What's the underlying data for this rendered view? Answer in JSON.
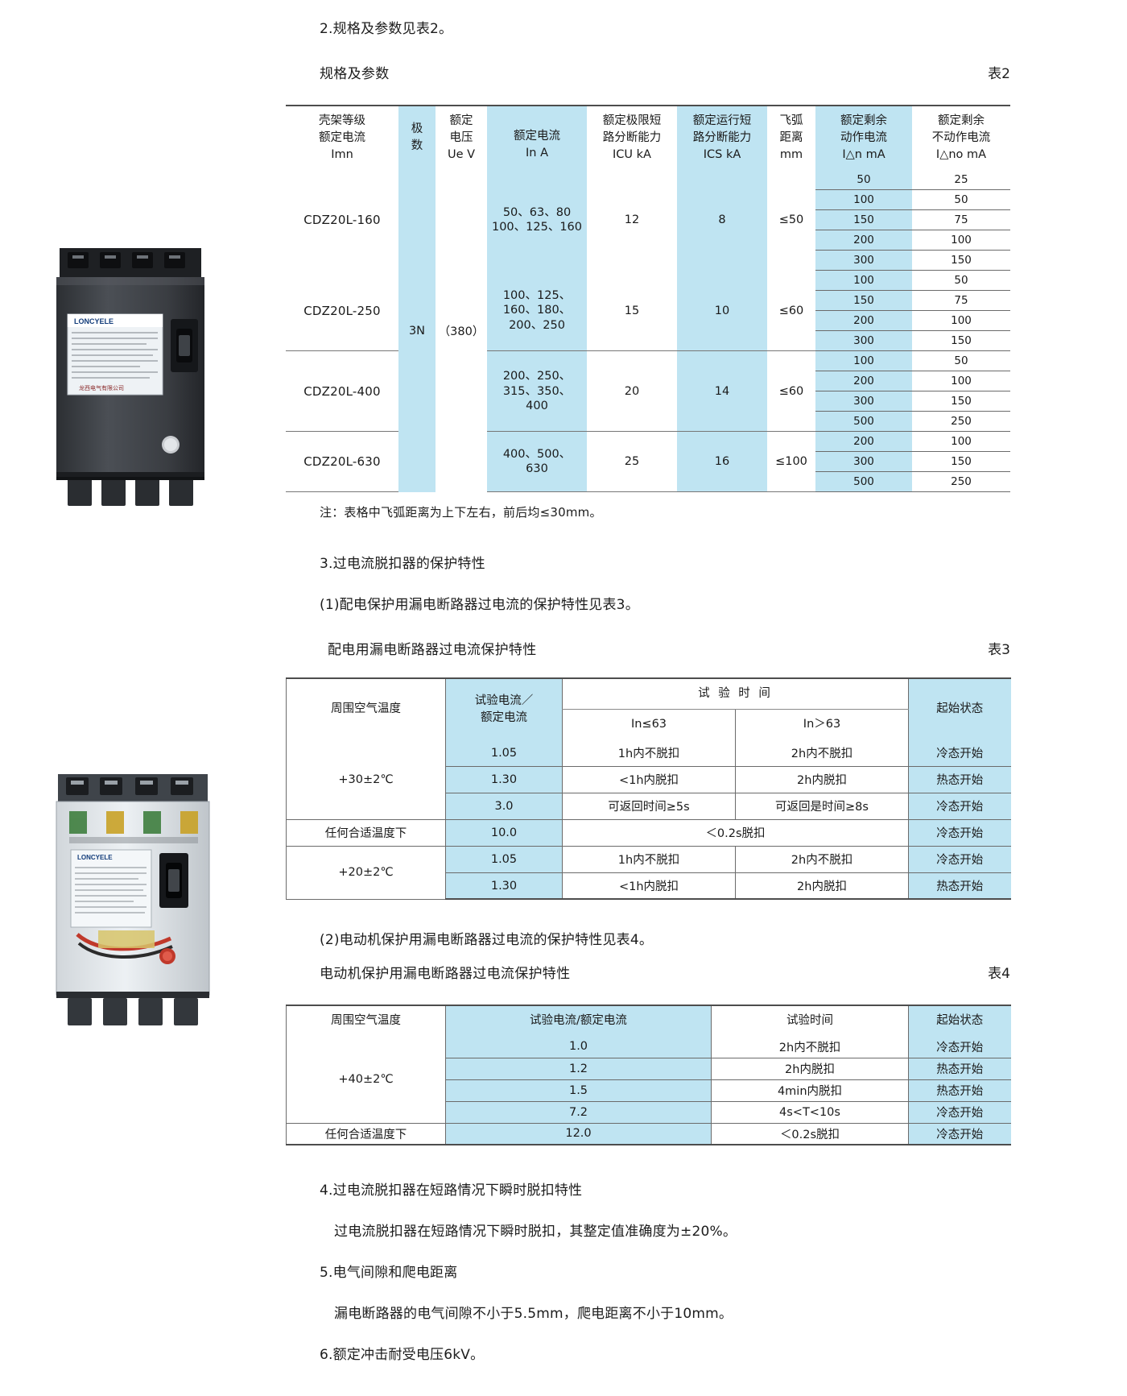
{
  "intro": {
    "line1": "2.规格及参数见表2。",
    "caption": "规格及参数",
    "table_num": "表2"
  },
  "table2": {
    "headers": [
      "壳架等级\n额定电流\nImn",
      "极\n数",
      "额定\n电压\nUe V",
      "额定电流\nIn  A",
      "额定极限短\n路分断能力\nICU  kA",
      "额定运行短\n路分断能力\nICS  kA",
      "飞弧\n距离\nmm",
      "额定剩余\n动作电流\nI△n mA",
      "额定剩余\n不动作电流\nI△no  mA"
    ],
    "header_lines": [
      [
        "壳架等级",
        "额定电流",
        "Imn"
      ],
      [
        "极",
        "数"
      ],
      [
        "额定",
        "电压",
        "Ue V"
      ],
      [
        "额定电流",
        "In  A"
      ],
      [
        "额定极限短",
        "路分断能力",
        "ICU  kA"
      ],
      [
        "额定运行短",
        "路分断能力",
        "ICS  kA"
      ],
      [
        "飞弧",
        "距离",
        "mm"
      ],
      [
        "额定剩余",
        "动作电流",
        "I△n mA"
      ],
      [
        "额定剩余",
        "不动作电流",
        "I△no  mA"
      ]
    ],
    "poles": "3N",
    "voltage": "（380）",
    "rows": [
      {
        "model": "CDZ20L-160",
        "rated_current": [
          "50、63、80",
          "100、125、160"
        ],
        "icu": "12",
        "ics": "8",
        "arc": "≤50",
        "residual": [
          {
            "in": "50",
            "ino": "25"
          },
          {
            "in": "100",
            "ino": "50"
          },
          {
            "in": "150",
            "ino": "75"
          },
          {
            "in": "200",
            "ino": "100"
          },
          {
            "in": "300",
            "ino": "150"
          }
        ]
      },
      {
        "model": "CDZ20L-250",
        "rated_current": [
          "100、125、",
          "160、180、",
          "200、250"
        ],
        "icu": "15",
        "ics": "10",
        "arc": "≤60",
        "residual": [
          {
            "in": "100",
            "ino": "50"
          },
          {
            "in": "150",
            "ino": "75"
          },
          {
            "in": "200",
            "ino": "100"
          },
          {
            "in": "300",
            "ino": "150"
          }
        ]
      },
      {
        "model": "CDZ20L-400",
        "rated_current": [
          "200、250、",
          "315、350、",
          "400"
        ],
        "icu": "20",
        "ics": "14",
        "arc": "≤60",
        "residual": [
          {
            "in": "100",
            "ino": "50"
          },
          {
            "in": "200",
            "ino": "100"
          },
          {
            "in": "300",
            "ino": "150"
          },
          {
            "in": "500",
            "ino": "250"
          }
        ]
      },
      {
        "model": "CDZ20L-630",
        "rated_current": [
          "400、500、",
          "630"
        ],
        "icu": "25",
        "ics": "16",
        "arc": "≤100",
        "residual": [
          {
            "in": "200",
            "ino": "100"
          },
          {
            "in": "300",
            "ino": "150"
          },
          {
            "in": "500",
            "ino": "250"
          }
        ]
      }
    ],
    "note": "注：表格中飞弧距离为上下左右，前后均≤30mm。"
  },
  "section3": {
    "line1": "3.过电流脱扣器的保护特性",
    "line2": "(1)配电保护用漏电断路器过电流的保护特性见表3。",
    "caption": "配电用漏电断路器过电流保护特性",
    "table_num": "表3"
  },
  "table3": {
    "headers": {
      "temp": "周围空气温度",
      "ratio": [
        "试验电流／",
        "额定电流"
      ],
      "time_group": "试 验 时 间",
      "time_le": "In≤63",
      "time_gt": "In＞63",
      "start": "起始状态"
    },
    "rows": [
      {
        "temp": "+30±2℃",
        "temp_rowspan": 3,
        "ratio": "1.05",
        "le": "1h内不脱扣",
        "gt": "2h内不脱扣",
        "span": false,
        "start": "冷态开始"
      },
      {
        "temp": "",
        "ratio": "1.30",
        "le": "<1h内脱扣",
        "gt": "2h内脱扣",
        "span": false,
        "start": "热态开始"
      },
      {
        "temp": "",
        "ratio": "3.0",
        "le": "可返回时间≥5s",
        "gt": "可返回是时间≥8s",
        "span": false,
        "start": "冷态开始"
      },
      {
        "temp": "任何合适温度下",
        "temp_rowspan": 1,
        "ratio": "10.0",
        "merged": "＜0.2s脱扣",
        "span": true,
        "start": "冷态开始"
      },
      {
        "temp": "+20±2℃",
        "temp_rowspan": 2,
        "ratio": "1.05",
        "le": "1h内不脱扣",
        "gt": "2h内不脱扣",
        "span": false,
        "start": "冷态开始"
      },
      {
        "temp": "",
        "ratio": "1.30",
        "le": "<1h内脱扣",
        "gt": "2h内脱扣",
        "span": false,
        "start": "热态开始"
      }
    ]
  },
  "section4": {
    "line1": "(2)电动机保护用漏电断路器过电流的保护特性见表4。",
    "caption": "电动机保护用漏电断路器过电流保护特性",
    "table_num": "表4"
  },
  "table4": {
    "headers": {
      "temp": "周围空气温度",
      "ratio": "试验电流/额定电流",
      "time": "试验时间",
      "start": "起始状态"
    },
    "rows": [
      {
        "temp": "+40±2℃",
        "temp_rowspan": 4,
        "ratio": "1.0",
        "time": "2h内不脱扣",
        "start": "冷态开始"
      },
      {
        "temp": "",
        "ratio": "1.2",
        "time": "2h内脱扣",
        "start": "热态开始"
      },
      {
        "temp": "",
        "ratio": "1.5",
        "time": "4min内脱扣",
        "start": "热态开始"
      },
      {
        "temp": "",
        "ratio": "7.2",
        "time": "4s<T<10s",
        "start": "冷态开始"
      },
      {
        "temp": "任何合适温度下",
        "temp_rowspan": 1,
        "ratio": "12.0",
        "time": "＜0.2s脱扣",
        "start": "冷态开始"
      }
    ]
  },
  "footer": {
    "l1": "4.过电流脱扣器在短路情况下瞬时脱扣特性",
    "l2": "过电流脱扣器在短路情况下瞬时脱扣，其整定值准确度为±20%。",
    "l3": "5.电气间隙和爬电距离",
    "l4": "漏电断路器的电气间隙不小于5.5mm，爬电距离不小于10mm。",
    "l5": "6.额定冲击耐受电压6kV。"
  },
  "photos": {
    "top_brand": "LONCYELE",
    "top_footer": "龙西电气有限公司",
    "bottom_brand": "LONCYELE"
  },
  "colors": {
    "highlight": "#bfe4f2",
    "rule": "#6b6b6b",
    "text": "#1a1a1a"
  }
}
